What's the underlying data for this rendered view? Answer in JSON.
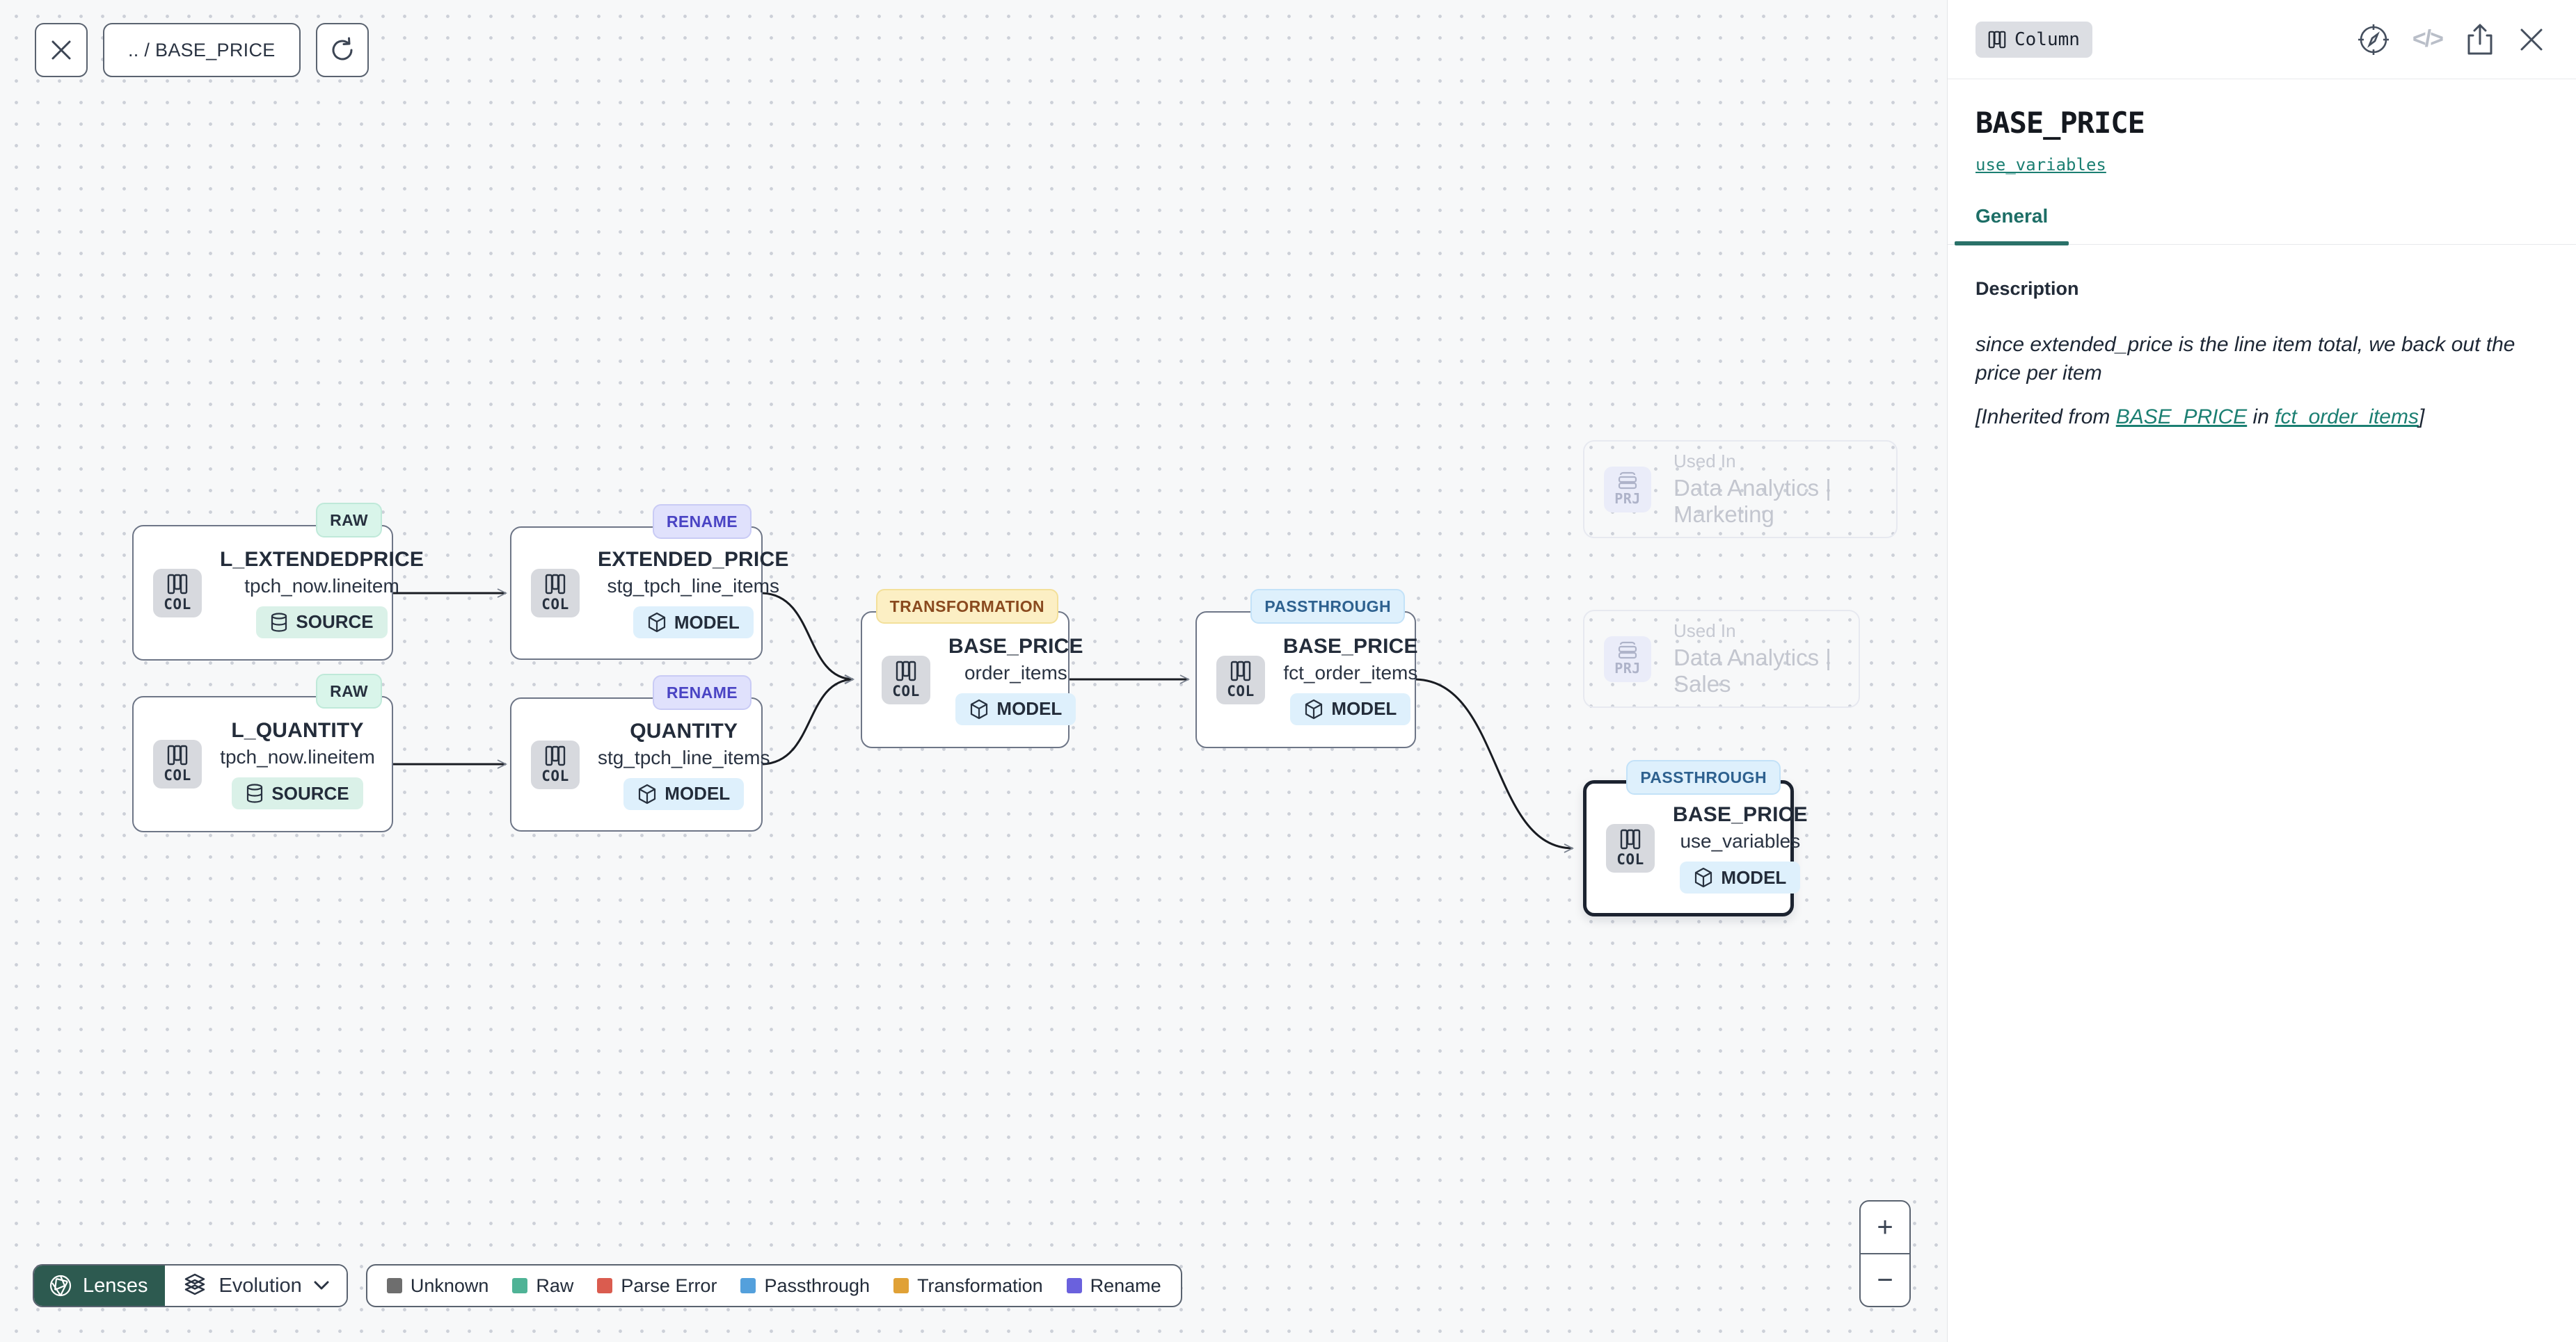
{
  "toolbar": {
    "breadcrumb": ".. / BASE_PRICE"
  },
  "nodes": [
    {
      "badge": "RAW",
      "title": "L_EXTENDEDPRICE",
      "subtitle": "tpch_now.lineitem",
      "chip": "COL",
      "pill": "SOURCE"
    },
    {
      "badge": "RENAME",
      "title": "EXTENDED_PRICE",
      "subtitle": "stg_tpch_line_items",
      "chip": "COL",
      "pill": "MODEL"
    },
    {
      "badge": "RAW",
      "title": "L_QUANTITY",
      "subtitle": "tpch_now.lineitem",
      "chip": "COL",
      "pill": "SOURCE"
    },
    {
      "badge": "RENAME",
      "title": "QUANTITY",
      "subtitle": "stg_tpch_line_items",
      "chip": "COL",
      "pill": "MODEL"
    },
    {
      "badge": "TRANSFORMATION",
      "title": "BASE_PRICE",
      "subtitle": "order_items",
      "chip": "COL",
      "pill": "MODEL"
    },
    {
      "badge": "PASSTHROUGH",
      "title": "BASE_PRICE",
      "subtitle": "fct_order_items",
      "chip": "COL",
      "pill": "MODEL"
    },
    {
      "badge": "PASSTHROUGH",
      "title": "BASE_PRICE",
      "subtitle": "use_variables",
      "chip": "COL",
      "pill": "MODEL"
    }
  ],
  "ghost_nodes": [
    {
      "chip": "PRJ",
      "label": "Used In",
      "name": "Data Analytics | Marketing"
    },
    {
      "chip": "PRJ",
      "label": "Used In",
      "name": "Data Analytics | Sales"
    }
  ],
  "controls": {
    "lenses_label": "Lenses",
    "view_label": "Evolution",
    "zoom_in": "+",
    "zoom_out": "−"
  },
  "legend": {
    "items": [
      {
        "label": "Unknown",
        "color": "#6e6e6e"
      },
      {
        "label": "Raw",
        "color": "#4fb396"
      },
      {
        "label": "Parse Error",
        "color": "#da5c4f"
      },
      {
        "label": "Passthrough",
        "color": "#54a0dc"
      },
      {
        "label": "Transformation",
        "color": "#e0a136"
      },
      {
        "label": "Rename",
        "color": "#6a61dd"
      }
    ]
  },
  "panel": {
    "type_badge": "Column",
    "title": "BASE_PRICE",
    "subtitle_link": "use_variables",
    "tab_general": "General",
    "description_label": "Description",
    "description_text": "since extended_price is the line item total, we back out the price per item",
    "inherited": {
      "prefix": "[Inherited from ",
      "link_column": "BASE_PRICE",
      "middle": " in ",
      "link_model": "fct_order_items",
      "suffix": "]"
    }
  },
  "colors": {
    "accent_teal": "#1b7f72",
    "lenses_button": "#2d5a50",
    "badge_raw_bg": "#d9f5ea",
    "badge_rename_bg": "#e0e1fc",
    "badge_transformation_bg": "#fcefc4",
    "badge_passthrough_bg": "#def0fc"
  }
}
